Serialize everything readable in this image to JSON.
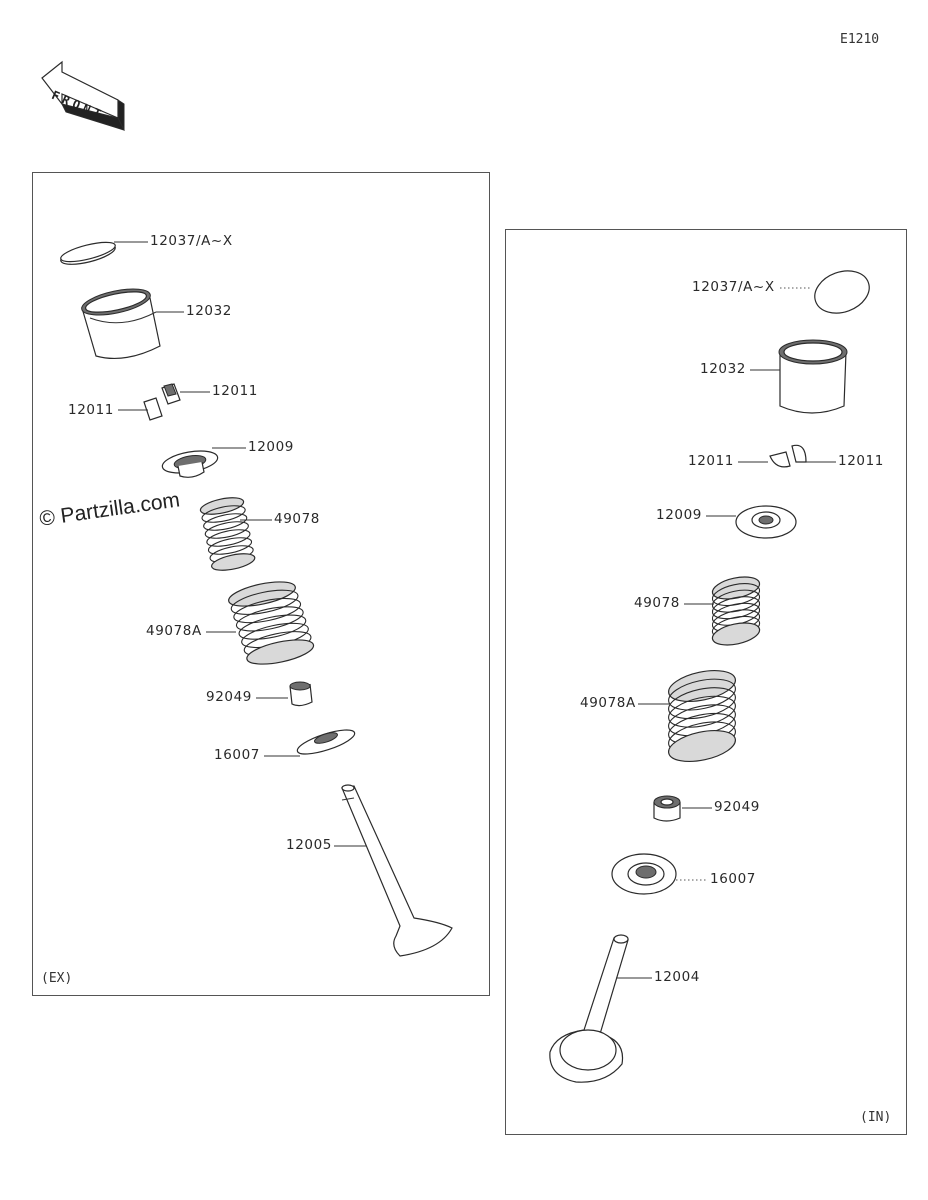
{
  "diagram_code": "E1210",
  "front_label": "FRONT",
  "watermark": "© Partzilla.com",
  "panels": {
    "exhaust": {
      "tag": "(EX)",
      "callouts": [
        {
          "id": "shim",
          "label": "12037/A~X"
        },
        {
          "id": "tappet",
          "label": "12032"
        },
        {
          "id": "cotter-right",
          "label": "12011"
        },
        {
          "id": "cotter-left",
          "label": "12011"
        },
        {
          "id": "retainer",
          "label": "12009"
        },
        {
          "id": "spring-inner",
          "label": "49078"
        },
        {
          "id": "spring-outer",
          "label": "49078A"
        },
        {
          "id": "stem-seal",
          "label": "92049"
        },
        {
          "id": "spring-seat",
          "label": "16007"
        },
        {
          "id": "valve",
          "label": "12005"
        }
      ]
    },
    "intake": {
      "tag": "(IN)",
      "callouts": [
        {
          "id": "shim",
          "label": "12037/A~X"
        },
        {
          "id": "tappet",
          "label": "12032"
        },
        {
          "id": "cotter-left",
          "label": "12011"
        },
        {
          "id": "cotter-right",
          "label": "12011"
        },
        {
          "id": "retainer",
          "label": "12009"
        },
        {
          "id": "spring-inner",
          "label": "49078"
        },
        {
          "id": "spring-outer",
          "label": "49078A"
        },
        {
          "id": "stem-seal",
          "label": "92049"
        },
        {
          "id": "spring-seat",
          "label": "16007"
        },
        {
          "id": "valve",
          "label": "12004"
        }
      ]
    }
  }
}
